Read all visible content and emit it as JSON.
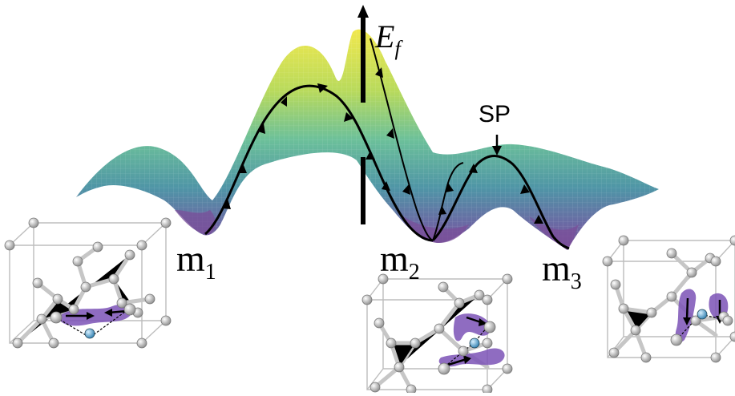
{
  "labels": {
    "energy_axis_main": "E",
    "energy_axis_sub": "f",
    "saddle_point": "SP",
    "minimum_1_main": "m",
    "minimum_1_sub": "1",
    "minimum_2_main": "m",
    "minimum_2_sub": "2",
    "minimum_3_main": "m",
    "minimum_3_sub": "3"
  },
  "colors": {
    "surface_high": "#e9e45a",
    "surface_mid": "#5fb8a6",
    "surface_low": "#7a5aa0",
    "path": "#000000",
    "defect_lobe": "#7b52b6",
    "atom": "#d9d9d9",
    "dopant_atom": "#6cb3d9"
  }
}
